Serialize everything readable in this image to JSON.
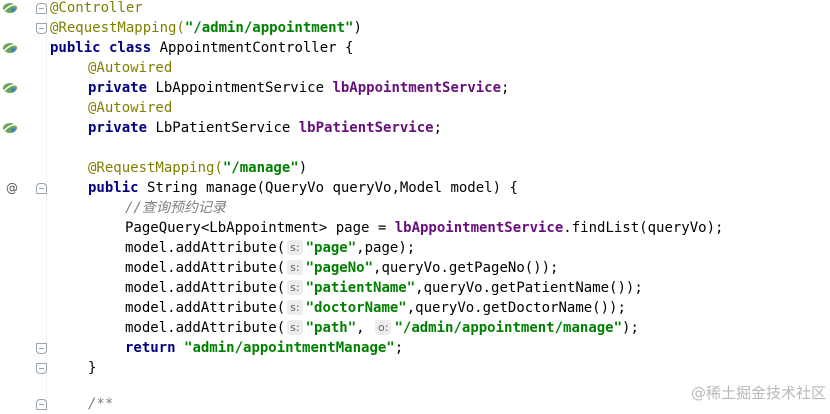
{
  "editor": {
    "lines": [
      {
        "segments": [
          {
            "text": "@Controller",
            "cls": "ann"
          }
        ]
      },
      {
        "segments": [
          {
            "text": "@RequestMapping(",
            "cls": "ann"
          },
          {
            "text": "\"/admin/appointment\"",
            "cls": "str"
          },
          {
            "text": ")",
            "cls": ""
          }
        ]
      },
      {
        "segments": [
          {
            "text": "public class ",
            "cls": "kw"
          },
          {
            "text": "AppointmentController {",
            "cls": ""
          }
        ]
      },
      {
        "segments": [
          {
            "text": "@Autowired",
            "cls": "ann"
          }
        ]
      },
      {
        "segments": [
          {
            "text": "private ",
            "cls": "kw"
          },
          {
            "text": "LbAppointmentService ",
            "cls": ""
          },
          {
            "text": "lbAppointmentService",
            "cls": "field"
          },
          {
            "text": ";",
            "cls": ""
          }
        ]
      },
      {
        "segments": [
          {
            "text": "@Autowired",
            "cls": "ann"
          }
        ]
      },
      {
        "segments": [
          {
            "text": "private ",
            "cls": "kw"
          },
          {
            "text": "LbPatientService ",
            "cls": ""
          },
          {
            "text": "lbPatientService",
            "cls": "field"
          },
          {
            "text": ";",
            "cls": ""
          }
        ]
      },
      {
        "segments": []
      },
      {
        "segments": [
          {
            "text": "@RequestMapping(",
            "cls": "ann"
          },
          {
            "text": "\"/manage\"",
            "cls": "str"
          },
          {
            "text": ")",
            "cls": ""
          }
        ]
      },
      {
        "segments": [
          {
            "text": "public ",
            "cls": "kw"
          },
          {
            "text": "String manage(QueryVo queryVo,Model model) {",
            "cls": ""
          }
        ]
      },
      {
        "segments": [
          {
            "text": "//查询预约记录",
            "cls": "cmt"
          }
        ]
      },
      {
        "segments": [
          {
            "text": "PageQuery<LbAppointment> page = ",
            "cls": ""
          },
          {
            "text": "lbAppointmentService",
            "cls": "field"
          },
          {
            "text": ".findList(queryVo);",
            "cls": ""
          }
        ]
      },
      {
        "segments": [
          {
            "text": "model.addAttribute(",
            "cls": ""
          },
          {
            "hint": "s:"
          },
          {
            "text": "\"page\"",
            "cls": "str"
          },
          {
            "text": ",page);",
            "cls": ""
          }
        ]
      },
      {
        "segments": [
          {
            "text": "model.addAttribute(",
            "cls": ""
          },
          {
            "hint": "s:"
          },
          {
            "text": "\"pageNo\"",
            "cls": "str"
          },
          {
            "text": ",queryVo.getPageNo());",
            "cls": ""
          }
        ]
      },
      {
        "segments": [
          {
            "text": "model.addAttribute(",
            "cls": ""
          },
          {
            "hint": "s:"
          },
          {
            "text": "\"patientName\"",
            "cls": "str"
          },
          {
            "text": ",queryVo.getPatientName());",
            "cls": ""
          }
        ]
      },
      {
        "segments": [
          {
            "text": "model.addAttribute(",
            "cls": ""
          },
          {
            "hint": "s:"
          },
          {
            "text": "\"doctorName\"",
            "cls": "str"
          },
          {
            "text": ",queryVo.getDoctorName());",
            "cls": ""
          }
        ]
      },
      {
        "segments": [
          {
            "text": "model.addAttribute(",
            "cls": ""
          },
          {
            "hint": "s:"
          },
          {
            "text": "\"path\"",
            "cls": "str"
          },
          {
            "text": ", ",
            "cls": ""
          },
          {
            "hint": "o:"
          },
          {
            "text": "\"/admin/appointment/manage\"",
            "cls": "str"
          },
          {
            "text": ");",
            "cls": ""
          }
        ]
      },
      {
        "segments": [
          {
            "text": "return ",
            "cls": "kw"
          },
          {
            "text": "\"admin/appointmentManage\"",
            "cls": "str"
          },
          {
            "text": ";",
            "cls": ""
          }
        ]
      },
      {
        "segments": [
          {
            "text": "}",
            "cls": ""
          }
        ]
      },
      {
        "segments": []
      },
      {
        "segments": [
          {
            "text": "/**",
            "cls": "cmt"
          }
        ]
      }
    ]
  },
  "gutter": {
    "bean_icon": "spring-bean-icon",
    "request_icon": "at-sign-icon",
    "at_symbol": "@"
  },
  "watermark": "@稀土掘金技术社区",
  "colors": {
    "keyword": "#000080",
    "annotation": "#808000",
    "string": "#008000",
    "field": "#660e7a",
    "comment": "#808080"
  }
}
